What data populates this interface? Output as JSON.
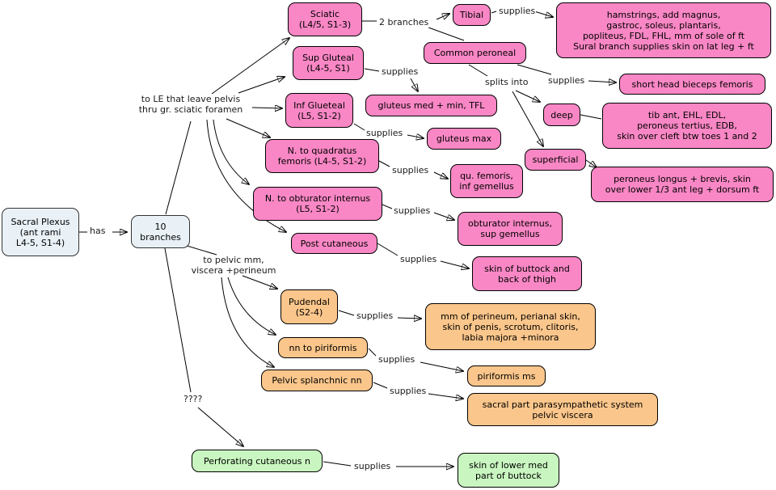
{
  "colors": {
    "pink": "#f987c5",
    "orange": "#fbc68b",
    "green": "#c9f6c0",
    "blue": "#e9f1f7",
    "line": "#000000"
  },
  "nodes": {
    "sacral_plexus": "Sacral Plexus\n(ant rami\nL4-5, S1-4)",
    "ten_branches": "10\nbranches",
    "sciatic": "Sciatic\n(L4/5, S1-3)",
    "tibial": "Tibial",
    "tibial_targets": "hamstrings, add magnus,\ngastroc, soleus, plantaris,\npopliteus, FDL, FHL, mm of sole of ft\nSural branch supplies skin on lat leg + ft",
    "sup_gluteal": "Sup Gluteal\n(L4-5, S1)",
    "common_peroneal": "Common peroneal",
    "short_head": "short head bieceps femoris",
    "inf_gluteal": "Inf Glueteal\n(L5, S1-2)",
    "gluteus_med": "gluteus med + min, TFL",
    "deep": "deep",
    "deep_targets": "tib ant, EHL, EDL,\nperoneus tertius, EDB,\nskin over cleft btw toes 1 and 2",
    "gluteus_max": "gluteus max",
    "n_quadratus": "N. to quadratus\nfemoris (L4-5, S1-2)",
    "superficial": "superficial",
    "superficial_targets": "peroneus longus + brevis, skin\nover lower 1/3 ant leg + dorsum ft",
    "qu_femoris": "qu. femoris,\ninf gemellus",
    "n_obturator": "N. to obturator internus\n(L5, S1-2)",
    "obturator_targets": "obturator internus,\nsup gemellus",
    "post_cutaneous": "Post cutaneous",
    "post_targets": "skin of buttock and\nback of thigh",
    "pudendal": "Pudendal\n(S2-4)",
    "pudendal_targets": "mm of perineum, perianal skin,\nskin of penis, scrotum, clitoris,\nlabia majora +minora",
    "nn_piriformis": "nn to piriformis",
    "piriformis_ms": "piriformis ms",
    "pelvic_splanchnic": "Pelvic splanchnic nn",
    "splanchnic_targets": "sacral part parasympathetic system\npelvic viscera",
    "perforating": "Perforating cutaneous n",
    "perforating_targets": "skin of lower med\npart of buttock"
  },
  "junctions": {
    "to_le": "to LE that leave pelvis\nthru gr. sciatic foramen",
    "to_pelvic": "to pelvic mm,\nviscera +perineum",
    "unknown": "????"
  },
  "link_labels": {
    "has": "has",
    "two_branches": "2 branches",
    "splits_into": "splits into",
    "supplies": "supplies"
  }
}
